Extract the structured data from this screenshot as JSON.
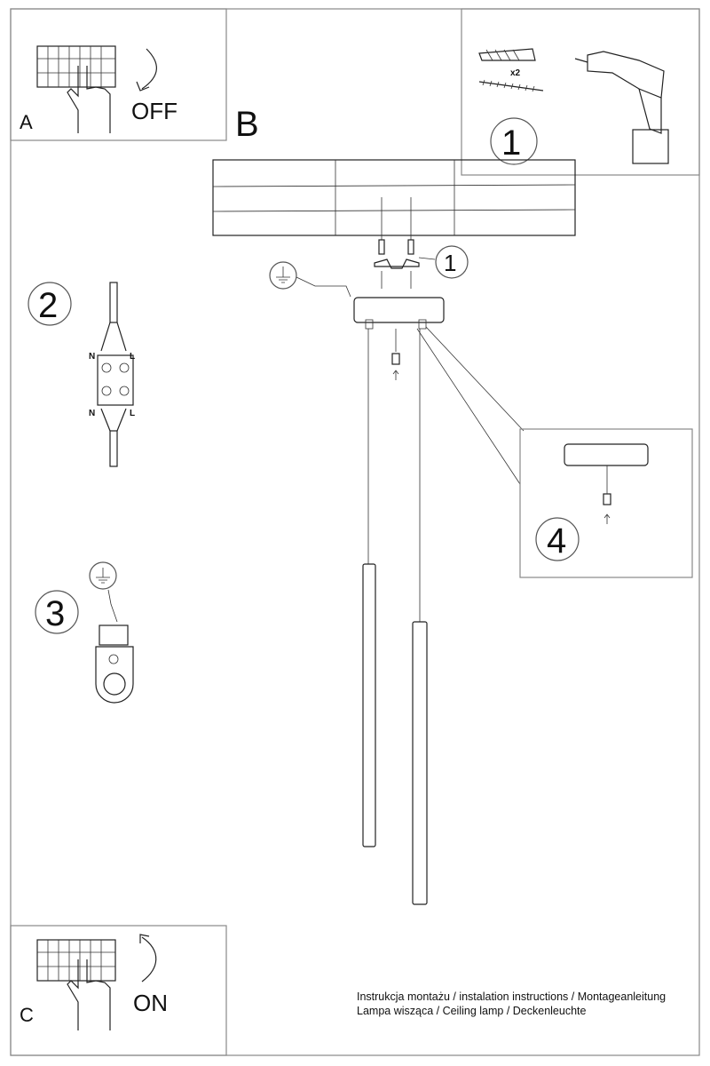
{
  "steps": {
    "a": {
      "letter": "A",
      "label": "OFF"
    },
    "b": {
      "letter": "B"
    },
    "c": {
      "letter": "C",
      "label": "ON"
    },
    "step1": {
      "number": "1",
      "quantity": "x2"
    },
    "step1_callout": "1",
    "step2": {
      "number": "2",
      "n_top": "N",
      "l_top": "L",
      "n_bottom": "N",
      "l_bottom": "L"
    },
    "step3": {
      "number": "3"
    },
    "step4": {
      "number": "4"
    }
  },
  "footer": {
    "line1": "Instrukcja montażu / instalation instructions / Montageanleitung",
    "line2": "Lampa wisząca / Ceiling lamp / Deckenleuchte"
  }
}
